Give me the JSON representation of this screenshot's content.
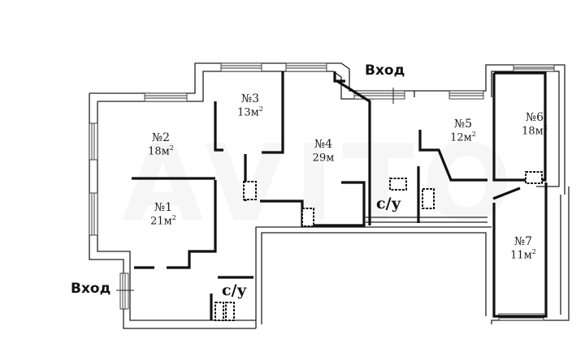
{
  "plan": {
    "rooms": [
      {
        "id": "room-1",
        "number": "№1",
        "area": "21м",
        "sup": "2"
      },
      {
        "id": "room-2",
        "number": "№2",
        "area": "18м",
        "sup": "2"
      },
      {
        "id": "room-3",
        "number": "№3",
        "area": "13м",
        "sup": "2"
      },
      {
        "id": "room-4",
        "number": "№4",
        "area": "29м",
        "sup": ""
      },
      {
        "id": "room-5",
        "number": "№5",
        "area": "12м",
        "sup": "2"
      },
      {
        "id": "room-6",
        "number": "№6",
        "area": "18м",
        "sup": "2"
      },
      {
        "id": "room-7",
        "number": "№7",
        "area": "11м",
        "sup": "2"
      }
    ],
    "entrances": [
      "Вход",
      "Вход"
    ],
    "bathrooms": [
      "с/у",
      "с/у"
    ],
    "watermark": "AVITO"
  }
}
